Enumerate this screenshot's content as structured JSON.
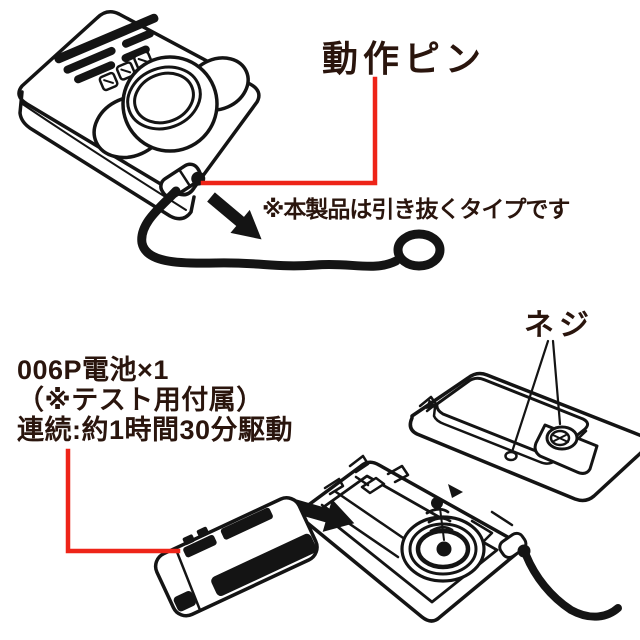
{
  "colors": {
    "background": "#ffffff",
    "ink": "#141414",
    "accent_red": "#ee2418",
    "label_text": "#2a150d"
  },
  "annotations": {
    "pin_label": "動作ピン",
    "pull_note": "※本製品は引き抜くタイプです",
    "screw_label": "ネジ",
    "battery_note": {
      "line1": "006P電池×1",
      "line2": "（※テスト用付属）",
      "line3": "連続:約1時間30分駆動"
    }
  },
  "icons": {
    "pull_arrow": "thick-arrow-down-right",
    "insert_arrow": "thick-arrow-right"
  }
}
